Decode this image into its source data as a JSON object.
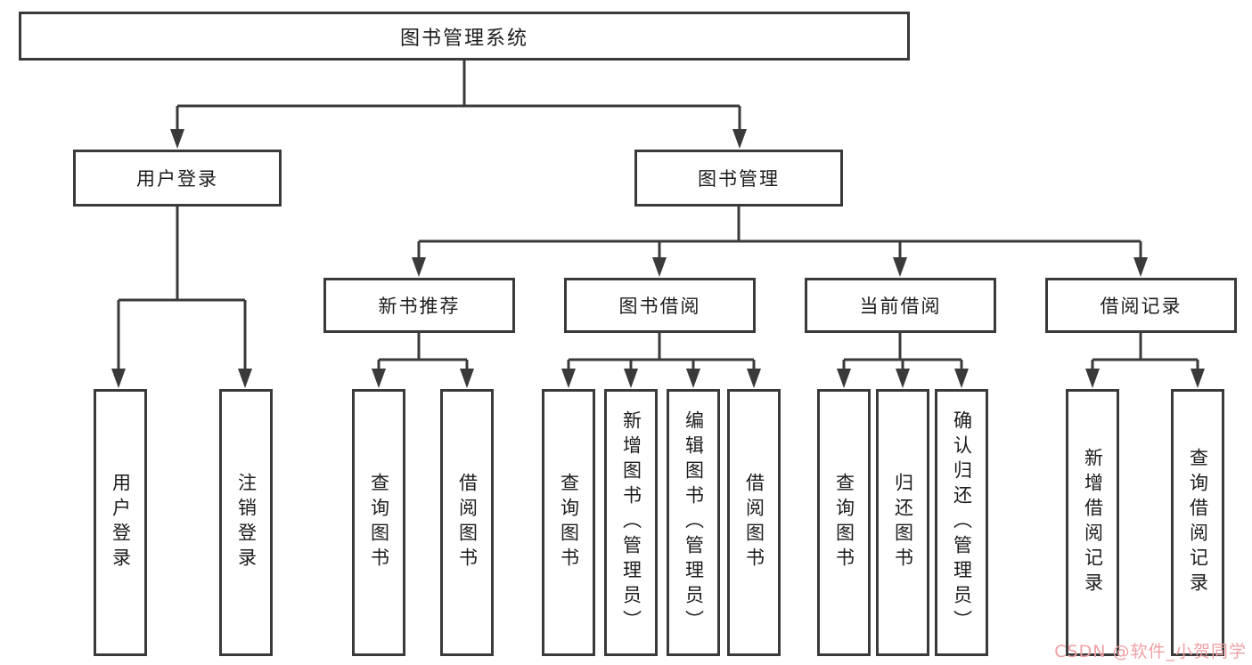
{
  "tree": {
    "label": "图书管理系统",
    "children": [
      {
        "label": "用户登录",
        "children": [
          {
            "label": "用户登录"
          },
          {
            "label": "注销登录"
          }
        ]
      },
      {
        "label": "图书管理",
        "children": [
          {
            "label": "新书推荐",
            "children": [
              {
                "label": "查询图书"
              },
              {
                "label": "借阅图书"
              }
            ]
          },
          {
            "label": "图书借阅",
            "children": [
              {
                "label": "查询图书"
              },
              {
                "label": "新增图书（管理员）"
              },
              {
                "label": "编辑图书（管理员）"
              },
              {
                "label": "借阅图书"
              }
            ]
          },
          {
            "label": "当前借阅",
            "children": [
              {
                "label": "查询图书"
              },
              {
                "label": "归还图书"
              },
              {
                "label": "确认归还（管理员）"
              }
            ]
          },
          {
            "label": "借阅记录",
            "children": [
              {
                "label": "新增借阅记录"
              },
              {
                "label": "查询借阅记录"
              }
            ]
          }
        ]
      }
    ]
  },
  "watermark": {
    "text": "CSDN @软件_小贺同学"
  },
  "colors": {
    "line": "#3a3a3a",
    "box_border": "#3a3a3a",
    "text": "#1c1c1c",
    "watermark": "#f0a0a5",
    "background": "#ffffff"
  }
}
